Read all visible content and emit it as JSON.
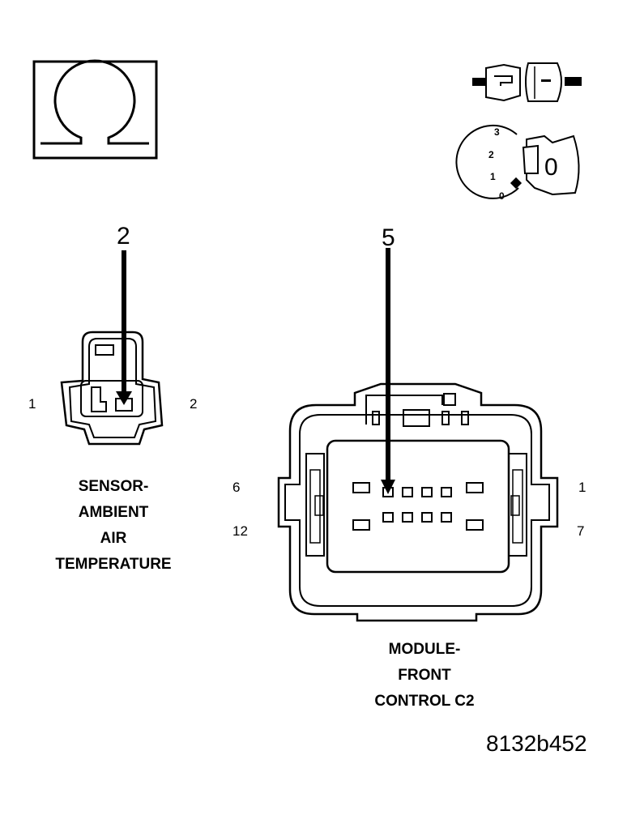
{
  "ignition": {
    "positions": [
      "3",
      "2",
      "1",
      "0"
    ],
    "key_symbol": "0"
  },
  "sensor_connector": {
    "arrow_pin": "2",
    "pin_left": "1",
    "pin_right": "2",
    "caption": [
      "SENSOR-",
      "AMBIENT",
      "AIR",
      "TEMPERATURE"
    ]
  },
  "module_connector": {
    "arrow_pin": "5",
    "pin_left_top": "6",
    "pin_left_bottom": "12",
    "pin_right_top": "1",
    "pin_right_bottom": "7",
    "caption": [
      "MODULE-",
      "FRONT",
      "CONTROL C2"
    ]
  },
  "figure_id": "8132b452"
}
